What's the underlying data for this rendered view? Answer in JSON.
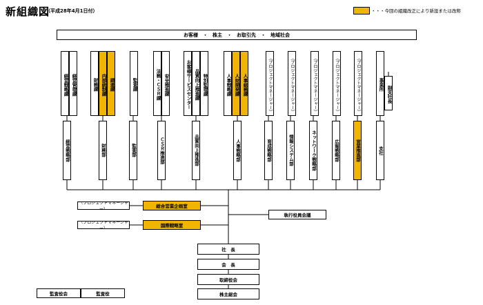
{
  "header": {
    "title": "新組織図",
    "subtitle": "（平成28年4月1日付）",
    "legend_color": "#f1b400",
    "legend_text": "・・・今回の組織改正により新設または改称"
  },
  "stakeholders": "お客様　・　株主　・　お取引先　・　地域社会",
  "upper_units": [
    {
      "label": "経営戦略課",
      "hl": false
    },
    {
      "label": "経営管理課",
      "hl": false
    },
    {
      "label": "財務課",
      "hl": false
    },
    {
      "label": "内部統制課",
      "hl": true
    },
    {
      "label": "調達課",
      "hl": true
    },
    {
      "label": "監査課",
      "hl": false
    },
    {
      "label": "法務・ＣＳＲ課",
      "hl": false
    },
    {
      "label": "安全推進課",
      "hl": false
    },
    {
      "label": "お客様サービスセンター",
      "hl": false
    },
    {
      "label": "品質向上推進課",
      "hl": false
    },
    {
      "label": "特別監理課",
      "hl": false
    },
    {
      "label": "人事戦略課",
      "hl": false
    },
    {
      "label": "人財開発課",
      "hl": true
    },
    {
      "label": "人事総務課",
      "hl": true
    },
    {
      "label": "（プロジェクトマネージャー）",
      "hl": false
    },
    {
      "label": "（プロジェクトマネージャー）",
      "hl": false
    },
    {
      "label": "（プロジェクトマネージャー）",
      "hl": false
    },
    {
      "label": "（プロジェクトマネージャー）",
      "hl": false
    },
    {
      "label": "（プロジェクトマネージャー）",
      "hl": false
    },
    {
      "label": "事業所",
      "hl": false
    },
    {
      "label": "副支社長",
      "hl": false
    }
  ],
  "departments": [
    {
      "label": "経営戦略部",
      "hl": false
    },
    {
      "label": "財務部",
      "hl": false
    },
    {
      "label": "監査部",
      "hl": false
    },
    {
      "label": "ＣＳＲ推進部",
      "hl": false
    },
    {
      "label": "品質向上推進部",
      "hl": false
    },
    {
      "label": "人事戦略部",
      "hl": false
    },
    {
      "label": "育成戦略部",
      "hl": false
    },
    {
      "label": "情報システム部",
      "hl": false
    },
    {
      "label": "ネットワーク戦略部",
      "hl": false
    },
    {
      "label": "広報戦略部",
      "hl": false
    },
    {
      "label": "営業推進部",
      "hl": true
    },
    {
      "label": "支社",
      "hl": false
    }
  ],
  "staff_units": {
    "pm1": "（プロジェクトマネージャー）",
    "office1": "総合営業企画室",
    "pm2": "（プロジェクトマネージャー）",
    "office2": "国際戦略室",
    "exec_meeting": "執行役員会議"
  },
  "executive": {
    "president": "社　長",
    "chairman": "会　長",
    "board": "取締役会",
    "shareholders": "株主総会"
  },
  "auditors": {
    "board": "監査役会",
    "auditor": "監査役"
  }
}
